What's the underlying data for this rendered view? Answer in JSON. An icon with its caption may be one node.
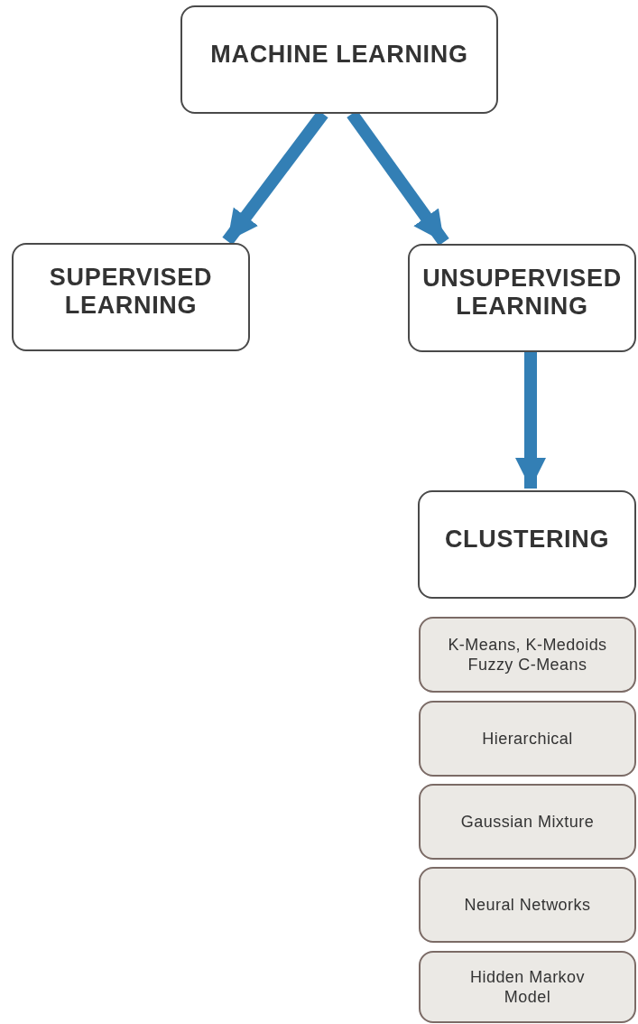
{
  "diagram": {
    "nodes": [
      {
        "text": [
          "MACHINE LEARNING"
        ]
      },
      {
        "text": [
          "SUPERVISED LEARNING"
        ]
      },
      {
        "text": [
          "UNSUPERVISED LEARNING"
        ]
      },
      {
        "text": [
          "CLUSTERING"
        ]
      },
      {
        "text": [
          "K-Means, K-Medoids Fuzzy C-Means"
        ]
      },
      {
        "text": [
          "Hierarchical"
        ]
      },
      {
        "text": [
          "Gaussian Mixture"
        ]
      },
      {
        "text": [
          "Neural Networks"
        ]
      },
      {
        "text": [
          "Hidden Markov Model"
        ]
      }
    ],
    "edges": [
      {
        "from": 0,
        "to": 1,
        "arrow": "to"
      },
      {
        "from": 0,
        "to": 2,
        "arrow": "to"
      },
      {
        "from": 2,
        "to": 3,
        "arrow": "to"
      }
    ]
  }
}
